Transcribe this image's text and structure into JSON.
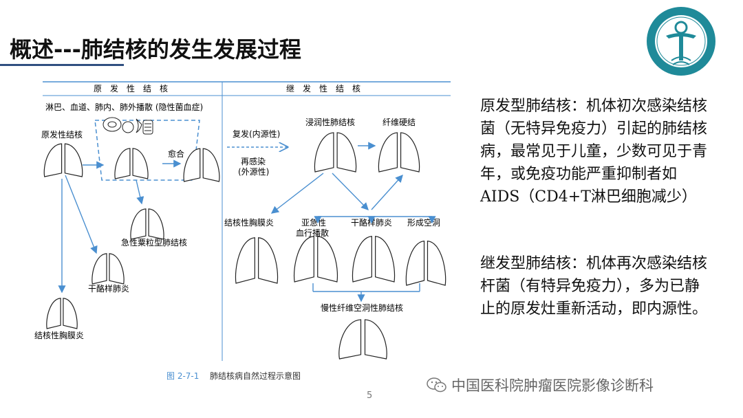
{
  "title": "概述---肺结核的发生发展过程",
  "figure": {
    "header_left": "原　发　性　结　核",
    "header_right": "继　发　性　结　核",
    "spread_note": "淋巴、血道、肺内、肺外播散 (隐性菌血症)",
    "primary_tb": "原发性结核",
    "healing": "愈合",
    "acute_miliary": "急性粟粒型肺结核",
    "caseous_left": "干酪样肺炎",
    "pleurisy_left": "结核性胸膜炎",
    "relapse": "复发(内源性)",
    "reinfection_1": "再感染",
    "reinfection_2": "(外源性)",
    "infiltrative": "浸润性肺结核",
    "fibrosis": "纤维硬结",
    "pleurisy_right": "结核性胸膜炎",
    "subacute_1": "亚急性",
    "subacute_2": "血行播散",
    "caseous_right": "干酪样肺炎",
    "cavity": "形成空洞",
    "chronic": "慢性纤维空洞性肺结核",
    "caption_num": "图 2-7-1",
    "caption_text": "肺结核病自然过程示意图"
  },
  "text_primary": "原发型肺结核：机体初次感染结核菌（无特异免疫力）引起的肺结核病，最常见于儿童，少数可见于青年，或免疫功能严重抑制者如AIDS（CD4+T淋巴细胞减少）",
  "text_secondary": "继发型肺结核：机体再次感染结核杆菌（有特异免疫力），多为已静止的原发灶重新活动，即内源性。",
  "page_number": "5",
  "watermark": "中国医科院肿瘤医院影像诊断科",
  "colors": {
    "accent_blue": "#4a8fd0",
    "title_rule": "#2f4f80",
    "logo_teal": "#1f8a99"
  },
  "icons": {
    "logo": "institution-seal-icon",
    "watermark": "wechat-icon"
  }
}
